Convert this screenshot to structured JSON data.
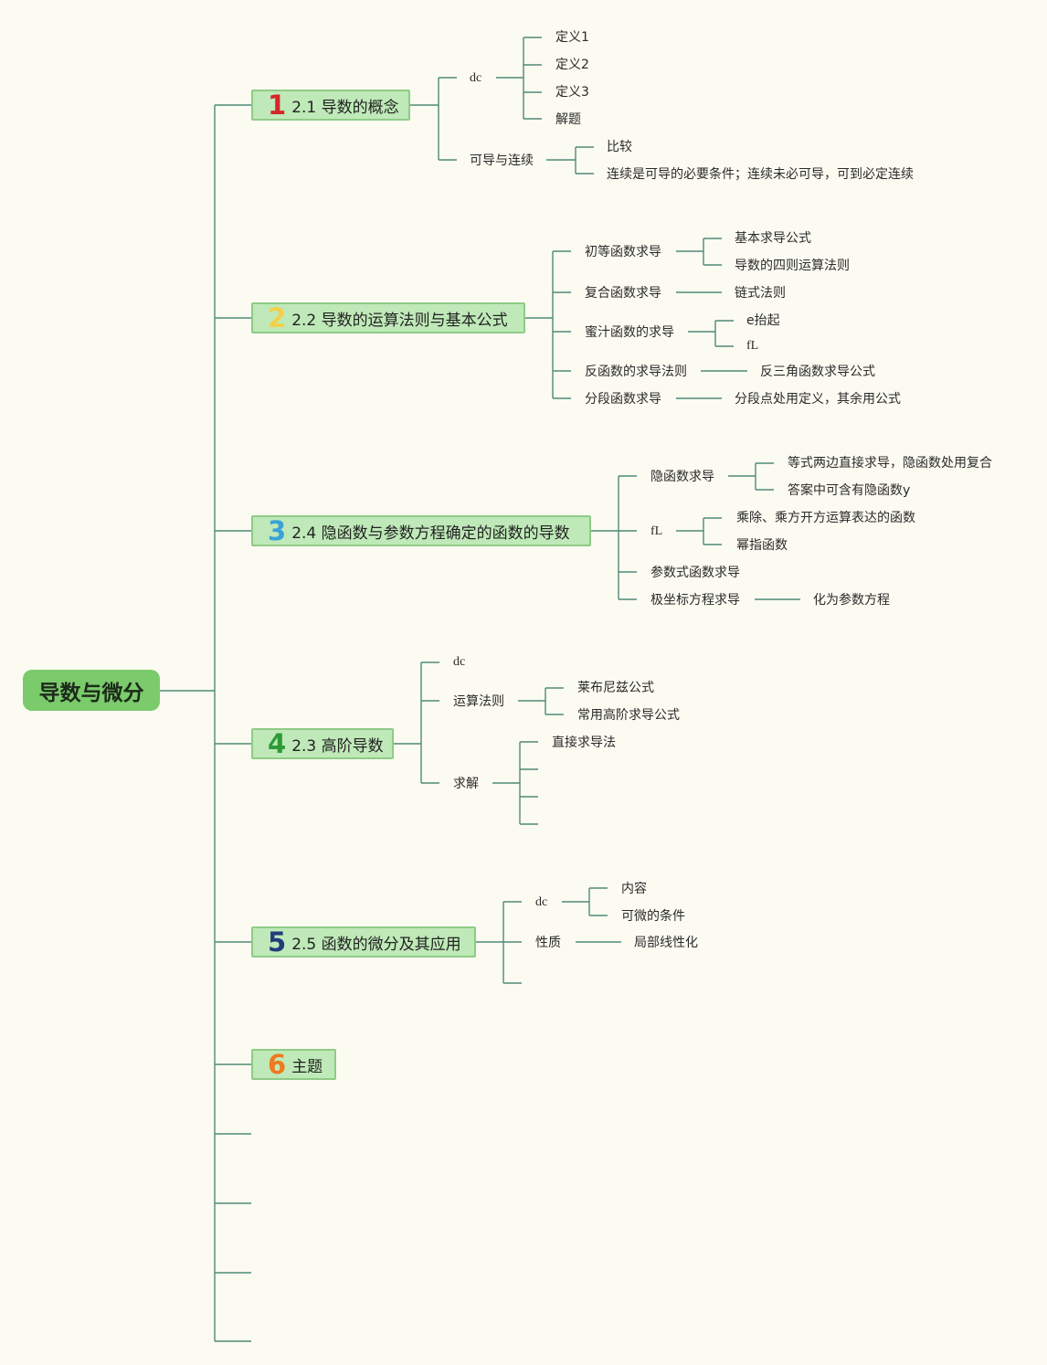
{
  "root": "导数与微分",
  "branches": [
    {
      "num": "1",
      "num_color": "#d4262b",
      "label": "2.1 导数的概念"
    },
    {
      "num": "2",
      "num_color": "#f3d04a",
      "label": "2.2 导数的运算法则与基本公式"
    },
    {
      "num": "3",
      "num_color": "#3aa2d6",
      "label": "2.4 隐函数与参数方程确定的函数的导数"
    },
    {
      "num": "4",
      "num_color": "#2e9a38",
      "label": "2.3 高阶导数"
    },
    {
      "num": "5",
      "num_color": "#1f3f7a",
      "label": "2.5 函数的微分及其应用"
    },
    {
      "num": "6",
      "num_color": "#ef7a1f",
      "label": "主题"
    }
  ],
  "b1": {
    "dc": "dc",
    "dc_items": [
      "定义1",
      "定义2",
      "定义3",
      "解题"
    ],
    "kd": "可导与连续",
    "kd_items": [
      "比较",
      "连续是可导的必要条件；连续未必可导，可到必定连续"
    ]
  },
  "b2": {
    "cd": "初等函数求导",
    "cd_items": [
      "基本求导公式",
      "导数的四则运算法则"
    ],
    "fh": "复合函数求导",
    "fh_item": "链式法则",
    "mz": "蜜汁函数的求导",
    "mz_items": [
      "e抬起",
      "fL"
    ],
    "fhs": "反函数的求导法则",
    "fhs_item": "反三角函数求导公式",
    "fd": "分段函数求导",
    "fd_item": "分段点处用定义，其余用公式"
  },
  "b3": {
    "yh": "隐函数求导",
    "yh_items": [
      "等式两边直接求导，隐函数处用复合",
      "答案中可含有隐函数y"
    ],
    "fl": "fL",
    "fl_items": [
      "乘除、乘方开方运算表达的函数",
      "幂指函数"
    ],
    "cs": "参数式函数求导",
    "jzb": "极坐标方程求导",
    "jzb_item": "化为参数方程"
  },
  "b4": {
    "dc": "dc",
    "ys": "运算法则",
    "ys_items": [
      "莱布尼兹公式",
      "常用高阶求导公式"
    ],
    "qj": "求解",
    "qj_item": "直接求导法"
  },
  "b5": {
    "dc": "dc",
    "dc_items": [
      "内容",
      "可微的条件"
    ],
    "xz": "性质",
    "xz_item": "局部线性化"
  },
  "colors": {
    "line": "#4f8a78",
    "background": "#fcfbf1",
    "root": "#7bcb6c",
    "branch_fill": "#bfe9b8",
    "branch_border": "#8fcb86"
  }
}
